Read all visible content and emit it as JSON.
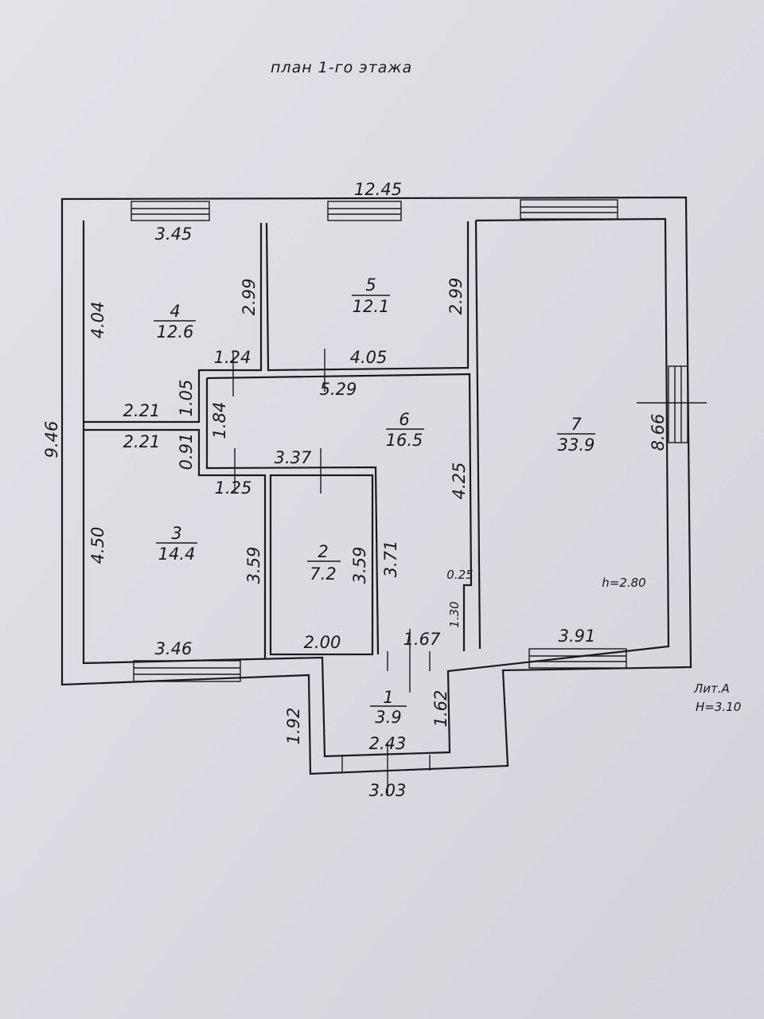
{
  "title": "план 1-го этажа",
  "overall": {
    "width": "12.45",
    "height": "9.46"
  },
  "rooms": [
    {
      "number": "1",
      "area": "3.9"
    },
    {
      "number": "2",
      "area": "7.2"
    },
    {
      "number": "3",
      "area": "14.4"
    },
    {
      "number": "4",
      "area": "12.6"
    },
    {
      "number": "5",
      "area": "12.1"
    },
    {
      "number": "6",
      "area": "16.5"
    },
    {
      "number": "7",
      "area": "33.9"
    }
  ],
  "dimensions": {
    "r4_top": "3.45",
    "r4_left": "4.04",
    "r4_right": "2.99",
    "r4_notch_w": "1.24",
    "r4_notch_h": "1.05",
    "r4_bottom": "2.21",
    "r5_right": "2.99",
    "r5_bottom": "4.05",
    "r6_top": "5.29",
    "r6_left": "1.84",
    "r6_mid": "3.37",
    "r6_right": "4.25",
    "r6_step_w": "0.25",
    "r6_step_h": "1.30",
    "r6_bottom": "1.67",
    "r6_inner": "3.71",
    "r3_top": "2.21",
    "r3_notch_h": "0.91",
    "r3_notch_w": "1.25",
    "r3_left": "4.50",
    "r3_right": "3.59",
    "r3_bottom": "3.46",
    "r2_right": "3.59",
    "r2_bottom": "2.00",
    "r7_right": "8.66",
    "r7_bottom": "3.91",
    "r7_height": "h=2.80",
    "r1_right": "1.62",
    "r1_bottom": "2.43",
    "porch_left": "1.92",
    "porch_bottom": "3.03"
  },
  "litera": {
    "name": "Лит.А",
    "height": "H=3.10"
  },
  "colors": {
    "paper": "#dcdde3",
    "ink": "#1a1a1a"
  }
}
